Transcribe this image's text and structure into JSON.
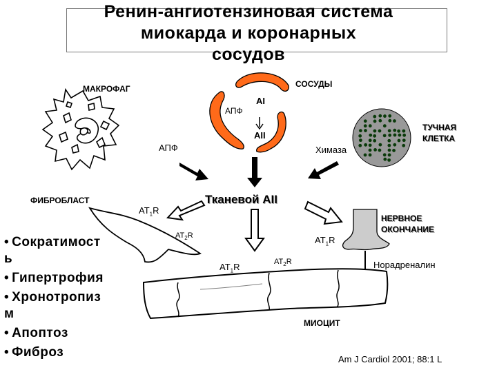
{
  "title": "Ренин-ангиотензиновая система\nмиокарда и коронарных\nсосудов",
  "labels": {
    "macrophage": "МАКРОФАГ",
    "vessels": "СОСУДЫ",
    "mast_cell": "ТУЧНАЯ\nКЛЕТКА",
    "fibroblast": "ФИБРОБЛАСТ",
    "nerve_ending": "НЕРВНОЕ\nОКОНЧАНИЕ",
    "myocyte": "МИОЦИТ",
    "tissue_a2": "Тканевой AII",
    "ace_macrophage": "АПФ",
    "ace_vessels": "АПФ",
    "chymase": "Химаза",
    "a1": "AI",
    "a2": "AII",
    "noradrenaline": "Норадреналин"
  },
  "receptors": {
    "at_prefix": "AT",
    "r_suffix": "R",
    "at1_sub": "1",
    "at2_sub": "2"
  },
  "effects": [
    "Сократимост\nь",
    "Гипертрофия",
    "Хронотропиз\nм",
    "Апоптоз",
    "Фиброз"
  ],
  "bullet": "•",
  "citation": "Am J Cardiol 2001; 88:1 L",
  "colors": {
    "vessel_fill": "#ff6a1a",
    "mast_fill": "#999999",
    "granule": "#0a3a0a",
    "arrow": "#000000"
  }
}
